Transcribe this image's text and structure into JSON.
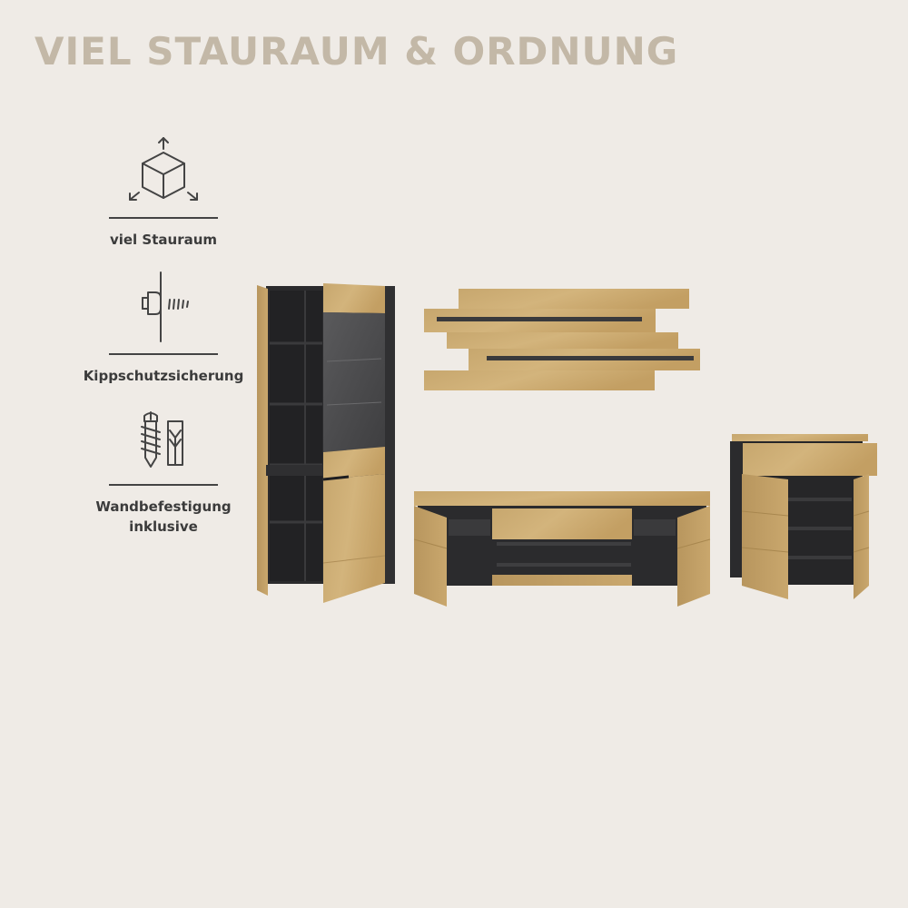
{
  "headline": "VIEL STAURAUM & ORDNUNG",
  "features": [
    {
      "icon": "storage-cube-icon",
      "label": "viel Stauraum"
    },
    {
      "icon": "anti-tip-screw-icon",
      "label": "Kippschutzsicherung"
    },
    {
      "icon": "wall-mount-screw-dowel-icon",
      "label_line1": "Wandbefestigung",
      "label_line2": "inklusive"
    }
  ],
  "colors": {
    "background": "#efebe6",
    "headline": "#c3b8a7",
    "oak": "#c9a970",
    "anthracite": "#2c2c2e",
    "glass": "#4a4a4c"
  }
}
